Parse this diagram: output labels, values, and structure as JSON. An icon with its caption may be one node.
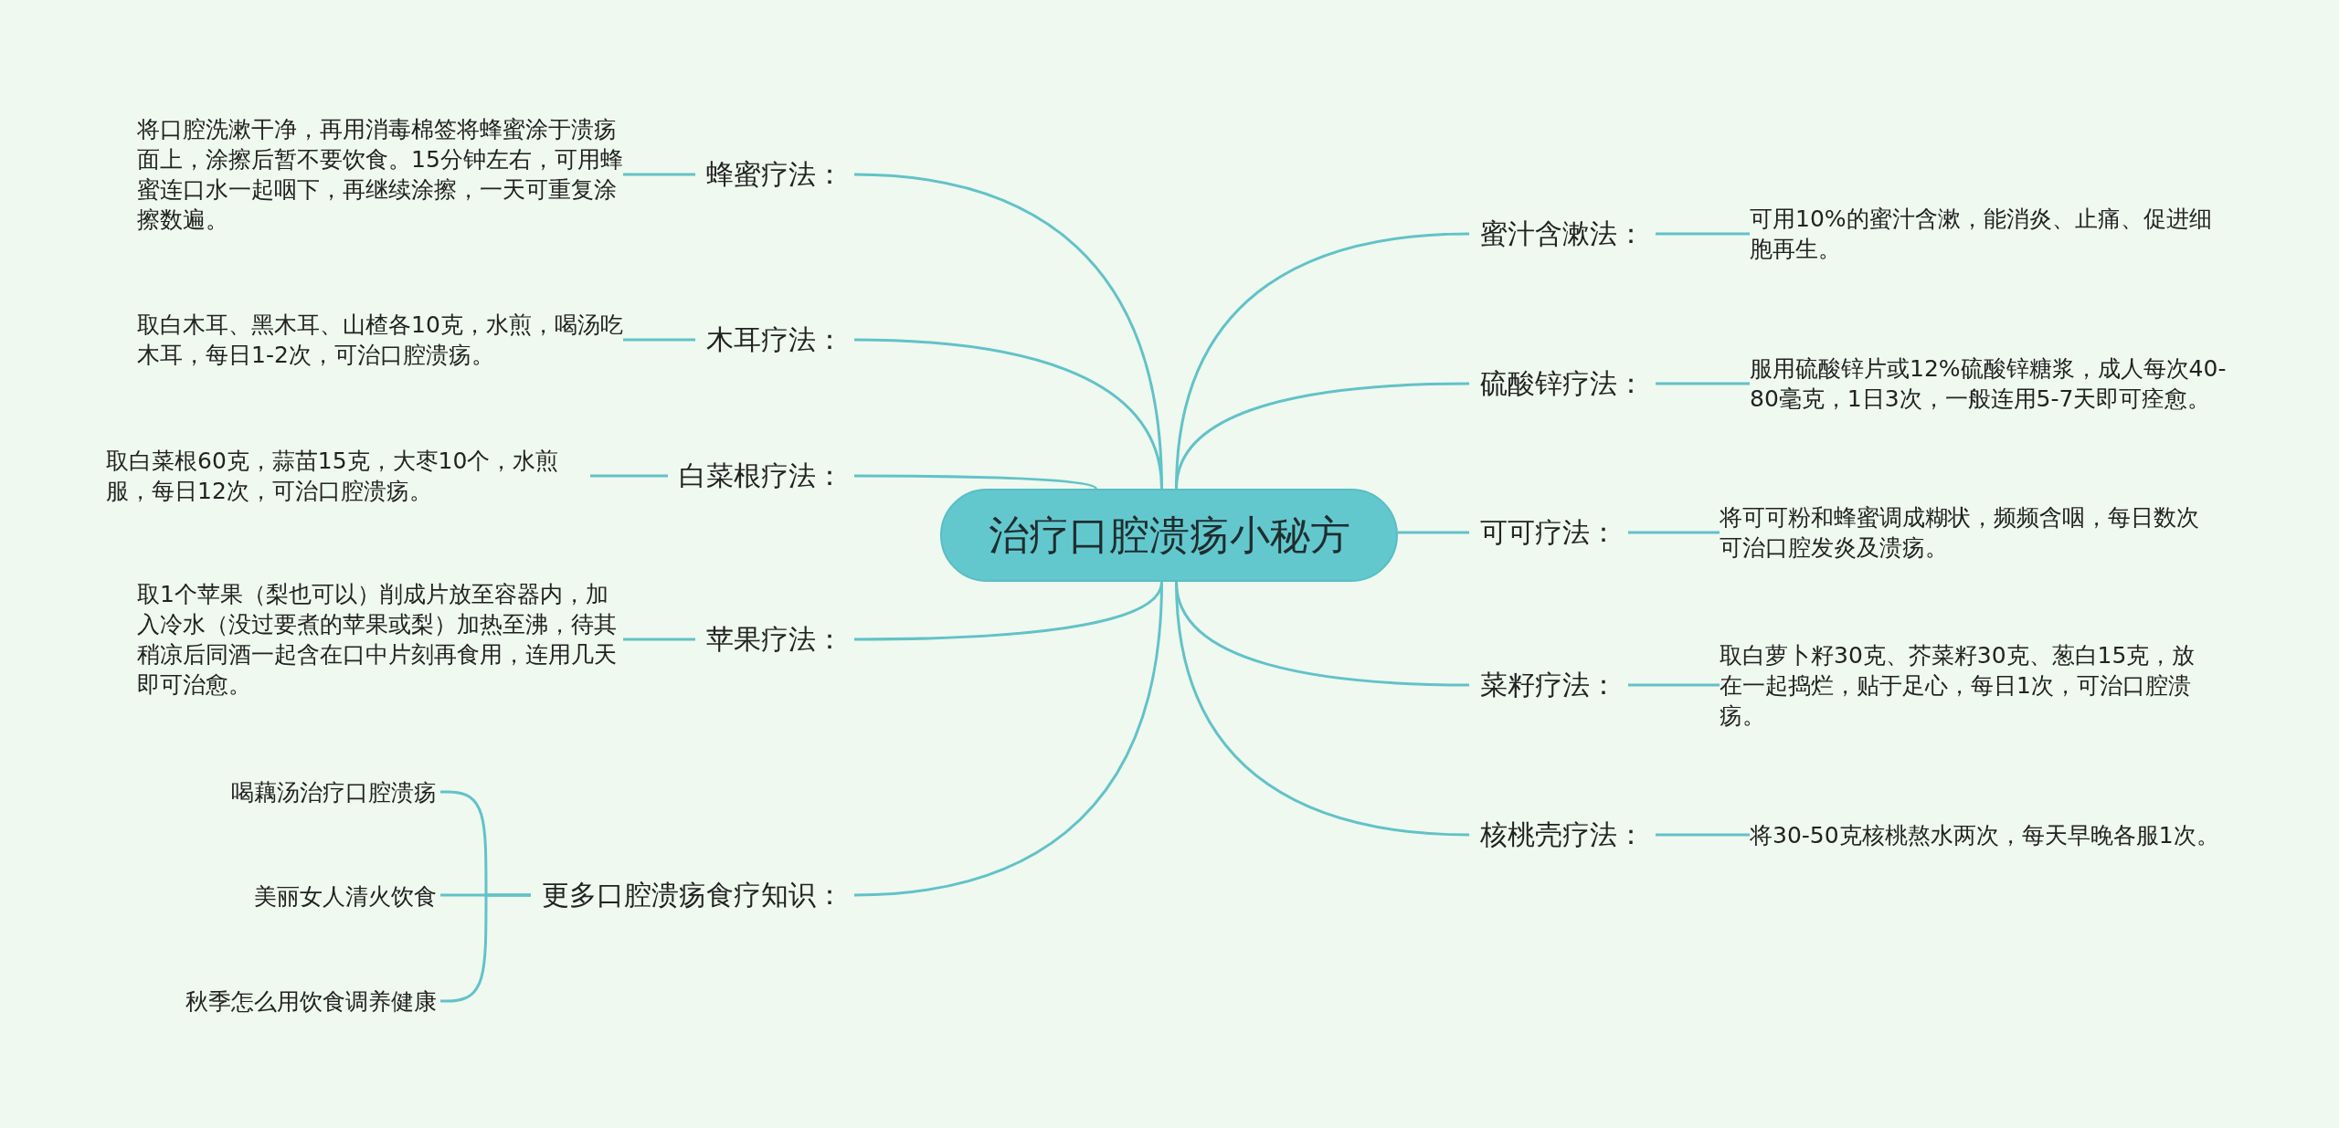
{
  "diagram": {
    "nodes": [
      {
        "text": [
          "治疗口腔溃疡小秘方"
        ]
      },
      {
        "text": [
          "蜂蜜疗法："
        ]
      },
      {
        "text": [
          "将口腔洗漱干净，再用消毒棉签将蜂蜜涂于溃疡面上，涂擦后暂不要饮食。15分钟左右，可用蜂蜜连口水一起咽下，再继续涂擦，一天可重复涂擦数遍。"
        ]
      },
      {
        "text": [
          "木耳疗法："
        ]
      },
      {
        "text": [
          "取白木耳、黑木耳、山楂各10克，水煎，喝汤吃木耳，每日1-2次，可治口腔溃疡。"
        ]
      },
      {
        "text": [
          "白菜根疗法："
        ]
      },
      {
        "text": [
          "取白菜根60克，蒜苗15克，大枣10个，水煎服，每日12次，可治口腔溃疡。"
        ]
      },
      {
        "text": [
          "苹果疗法："
        ]
      },
      {
        "text": [
          "取1个苹果（梨也可以）削成片放至容器内，加入冷水（没过要煮的苹果或梨）加热至沸，待其稍凉后同酒一起含在口中片刻再食用，连用几天即可治愈。"
        ]
      },
      {
        "text": [
          "更多口腔溃疡食疗知识："
        ]
      },
      {
        "text": [
          "喝藕汤治疗口腔溃疡"
        ]
      },
      {
        "text": [
          "美丽女人清火饮食"
        ]
      },
      {
        "text": [
          "秋季怎么用饮食调养健康"
        ]
      },
      {
        "text": [
          "蜜汁含漱法："
        ]
      },
      {
        "text": [
          "可用10%的蜜汁含漱，能消炎、止痛、促进细胞再生。"
        ]
      },
      {
        "text": [
          "硫酸锌疗法："
        ]
      },
      {
        "text": [
          "服用硫酸锌片或12%硫酸锌糖浆，成人每次40-80毫克，1日3次，一般连用5-7天即可痊愈。"
        ]
      },
      {
        "text": [
          "可可疗法："
        ]
      },
      {
        "text": [
          "将可可粉和蜂蜜调成糊状，频频含咽，每日数次可治口腔发炎及溃疡。"
        ]
      },
      {
        "text": [
          "菜籽疗法："
        ]
      },
      {
        "text": [
          "取白萝卜籽30克、芥菜籽30克、葱白15克，放在一起捣烂，贴于足心，每日1次，可治口腔溃疡。"
        ]
      },
      {
        "text": [
          "核桃壳疗法："
        ]
      },
      {
        "text": [
          "将30-50克核桃熬水两次，每天早晚各服1次。"
        ]
      }
    ],
    "edges": [
      {
        "from": 0,
        "to": 1,
        "arrow": "none"
      },
      {
        "from": 1,
        "to": 2,
        "arrow": "none"
      },
      {
        "from": 0,
        "to": 3,
        "arrow": "none"
      },
      {
        "from": 3,
        "to": 4,
        "arrow": "none"
      },
      {
        "from": 0,
        "to": 5,
        "arrow": "none"
      },
      {
        "from": 5,
        "to": 6,
        "arrow": "none"
      },
      {
        "from": 0,
        "to": 7,
        "arrow": "none"
      },
      {
        "from": 7,
        "to": 8,
        "arrow": "none"
      },
      {
        "from": 0,
        "to": 9,
        "arrow": "none"
      },
      {
        "from": 9,
        "to": 10,
        "arrow": "none"
      },
      {
        "from": 9,
        "to": 11,
        "arrow": "none"
      },
      {
        "from": 9,
        "to": 12,
        "arrow": "none"
      },
      {
        "from": 0,
        "to": 13,
        "arrow": "none"
      },
      {
        "from": 13,
        "to": 14,
        "arrow": "none"
      },
      {
        "from": 0,
        "to": 15,
        "arrow": "none"
      },
      {
        "from": 15,
        "to": 16,
        "arrow": "none"
      },
      {
        "from": 0,
        "to": 17,
        "arrow": "none"
      },
      {
        "from": 17,
        "to": 18,
        "arrow": "none"
      },
      {
        "from": 0,
        "to": 19,
        "arrow": "none"
      },
      {
        "from": 19,
        "to": 20,
        "arrow": "none"
      },
      {
        "from": 0,
        "to": 21,
        "arrow": "none"
      },
      {
        "from": 21,
        "to": 22,
        "arrow": "none"
      }
    ]
  }
}
